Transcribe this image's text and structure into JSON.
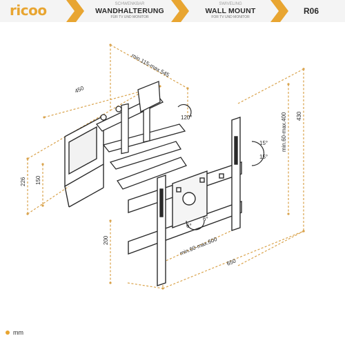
{
  "header": {
    "brand": "ricoo",
    "de_small": "SCHWENKBAR",
    "de_title": "WANDHALTERUNG",
    "de_sub": "FÜR TV UND MONITOR",
    "en_small": "SWIVELING",
    "en_title": "WALL MOUNT",
    "en_sub": "FOR TV UND MONITOR",
    "model": "R06"
  },
  "dimensions": {
    "arm_length": "450",
    "extension": "min.115-max.545",
    "swivel": "120°",
    "height_outer": "226",
    "height_inner": "150",
    "vesa_height": "min.60-max.400",
    "total_height": "430",
    "tilt_up": "15°",
    "tilt_down": "15°",
    "rotate_left": "6°",
    "rotate_right": "6°",
    "plate_height": "200",
    "vesa_width": "min.60-max.600",
    "total_width": "650"
  },
  "footer": {
    "unit": "mm"
  },
  "colors": {
    "accent": "#e8a531",
    "line": "#2a2a2a",
    "dim": "#d9a24a"
  }
}
